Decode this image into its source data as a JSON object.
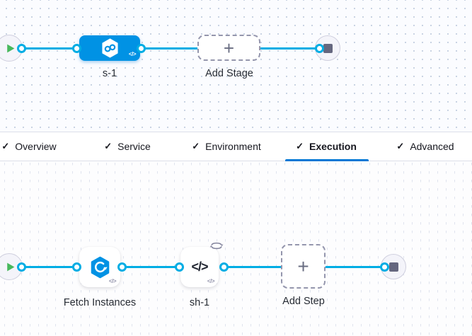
{
  "stage_canvas": {
    "stage_label": "s-1",
    "add_stage_label": "Add Stage",
    "plus_glyph": "+",
    "code_badge": "</>"
  },
  "tabbar": {
    "check_glyph": "✓",
    "tabs": [
      {
        "label": "Overview",
        "checked": true,
        "active": false
      },
      {
        "label": "Service",
        "checked": true,
        "active": false
      },
      {
        "label": "Environment",
        "checked": true,
        "active": false
      },
      {
        "label": "Execution",
        "checked": true,
        "active": true
      },
      {
        "label": "Advanced",
        "checked": true,
        "active": false
      }
    ]
  },
  "execution_canvas": {
    "steps": [
      {
        "label": "Fetch Instances",
        "icon": "fetch-instances-icon",
        "badge": "</>"
      },
      {
        "label": "sh-1",
        "icon": "code-icon",
        "icon_glyph": "</>",
        "badge": "</>",
        "has_loop_icon": true
      }
    ],
    "add_step_label": "Add Step",
    "plus_glyph": "+"
  },
  "colors": {
    "stage_node_blue": "#0092e4",
    "edge_blue": "#00ade4",
    "active_tab_underline": "#0278d5",
    "play_green": "#47b85c",
    "stop_square_gray": "#65677f"
  }
}
